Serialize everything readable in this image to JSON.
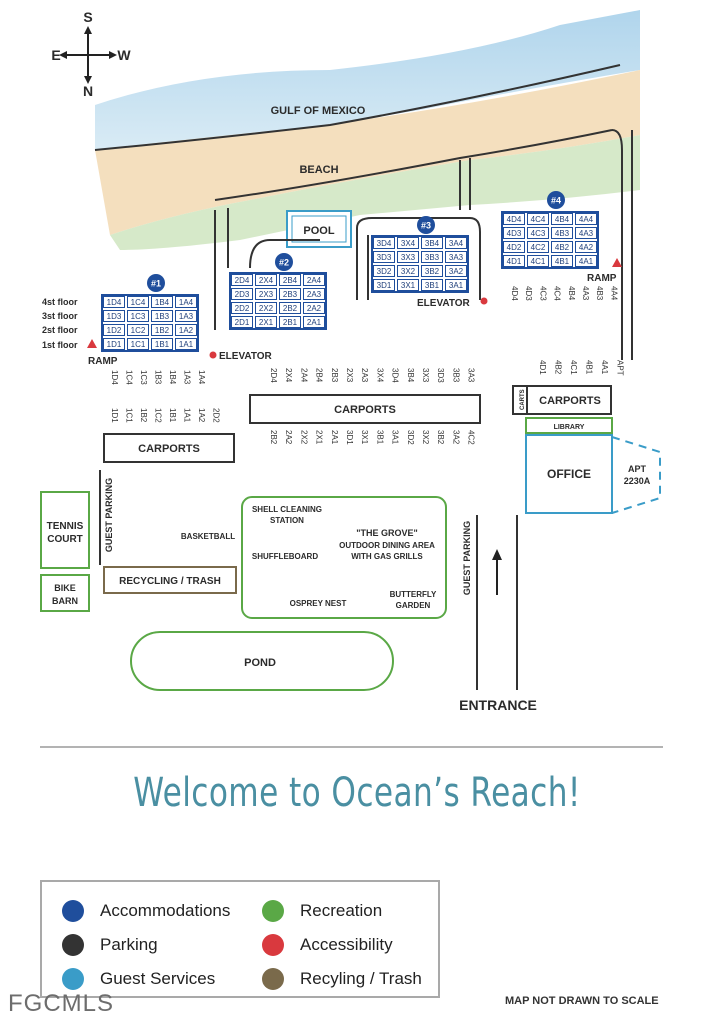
{
  "colors": {
    "accommodations": "#1f4e9c",
    "parking": "#333333",
    "guest_services": "#3a9cc8",
    "recreation": "#5aa846",
    "accessibility": "#d9393e",
    "recycling": "#7a6a4b",
    "welcome_text": "#4a8fa2",
    "water": "#a9cfe8",
    "sand": "#f3dcb7",
    "grass": "#cfe5c0"
  },
  "compass": {
    "top": "S",
    "left": "E",
    "right": "W",
    "bottom": "N"
  },
  "labels": {
    "gulf": "GULF OF MEXICO",
    "beach": "BEACH",
    "pool": "POOL",
    "entrance": "ENTRANCE",
    "pond": "POND",
    "office": "OFFICE",
    "library": "LIBRARY",
    "carts": "CARTS",
    "apt": "APT",
    "apt_num": "2230A",
    "tennis1": "TENNIS",
    "tennis2": "COURT",
    "bike1": "BIKE",
    "bike2": "BARN",
    "recycling": "RECYCLING / TRASH",
    "guest_parking": "GUEST PARKING",
    "carports": "CARPORTS",
    "ramp": "RAMP",
    "elevator": "ELEVATOR",
    "floor4": "4st floor",
    "floor3": "3st floor",
    "floor2": "2st floor",
    "floor1": "1st floor",
    "basketball": "BASKETBALL",
    "shell1": "SHELL CLEANING",
    "shell2": "STATION",
    "shuffleboard": "SHUFFLEBOARD",
    "grove1": "\"THE GROVE\"",
    "grove2": "OUTDOOR DINING AREA",
    "grove3": "WITH GAS GRILLS",
    "osprey": "OSPREY NEST",
    "butterfly1": "BUTTERFLY",
    "butterfly2": "GARDEN"
  },
  "buildings": [
    {
      "num": "#1",
      "rows": [
        [
          "1D4",
          "1C4",
          "1B4",
          "1A4"
        ],
        [
          "1D3",
          "1C3",
          "1B3",
          "1A3"
        ],
        [
          "1D2",
          "1C2",
          "1B2",
          "1A2"
        ],
        [
          "1D1",
          "1C1",
          "1B1",
          "1A1"
        ]
      ]
    },
    {
      "num": "#2",
      "rows": [
        [
          "2D4",
          "2X4",
          "2B4",
          "2A4"
        ],
        [
          "2D3",
          "2X3",
          "2B3",
          "2A3"
        ],
        [
          "2D2",
          "2X2",
          "2B2",
          "2A2"
        ],
        [
          "2D1",
          "2X1",
          "2B1",
          "2A1"
        ]
      ]
    },
    {
      "num": "#3",
      "rows": [
        [
          "3D4",
          "3X4",
          "3B4",
          "3A4"
        ],
        [
          "3D3",
          "3X3",
          "3B3",
          "3A3"
        ],
        [
          "3D2",
          "3X2",
          "3B2",
          "3A2"
        ],
        [
          "3D1",
          "3X1",
          "3B1",
          "3A1"
        ]
      ]
    },
    {
      "num": "#4",
      "rows": [
        [
          "4D4",
          "4C4",
          "4B4",
          "4A4"
        ],
        [
          "4D3",
          "4C3",
          "4B3",
          "4A3"
        ],
        [
          "4D2",
          "4C2",
          "4B2",
          "4A2"
        ],
        [
          "4D1",
          "4C1",
          "4B1",
          "4A1"
        ]
      ]
    }
  ],
  "carport_rows": {
    "c1_above": [
      "1D4",
      "1C4",
      "1C3",
      "1B3",
      "1B4",
      "1A3",
      "1A4"
    ],
    "c1_below": [
      "1D1",
      "1C1",
      "1B2",
      "1C2",
      "1B1",
      "1A1",
      "1A2",
      "2D2"
    ],
    "c2_above": [
      "2D4",
      "2X4",
      "2A4",
      "2B4",
      "2B3",
      "2X3",
      "2A3",
      "3X4",
      "3D4",
      "3B4",
      "3X3",
      "3D3",
      "3B3",
      "3A3"
    ],
    "c2_below": [
      "2B2",
      "2A2",
      "2X2",
      "2X1",
      "2A1",
      "3D1",
      "3X1",
      "3B1",
      "3A1",
      "3D2",
      "3X2",
      "3B2",
      "3A2",
      "4C2"
    ],
    "c3_above": [
      "4D1",
      "4B2",
      "4C1",
      "4B1",
      "4A1",
      "APT"
    ],
    "b4_under": [
      "4D4",
      "4D3",
      "4C3",
      "4C4",
      "4B4",
      "4A3",
      "4B3",
      "4A4"
    ]
  },
  "welcome": "Welcome to Ocean’s Reach!",
  "legend": [
    {
      "key": "accommodations",
      "label": "Accommodations"
    },
    {
      "key": "recreation",
      "label": "Recreation"
    },
    {
      "key": "parking",
      "label": "Parking"
    },
    {
      "key": "accessibility",
      "label": "Accessibility"
    },
    {
      "key": "guest_services",
      "label": "Guest Services"
    },
    {
      "key": "recycling",
      "label": "Recyling / Trash"
    }
  ],
  "scale_note": "MAP NOT DRAWN TO SCALE",
  "watermark": "FGCMLS"
}
